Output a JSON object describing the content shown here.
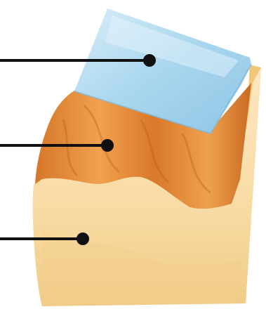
{
  "diagram": {
    "layers": [
      {
        "id": "top",
        "color": "#b3d9ee"
      },
      {
        "id": "middle",
        "color": "#e08a3a"
      },
      {
        "id": "bottom",
        "color": "#f8dca6"
      }
    ],
    "pointers": [
      {
        "target": "top"
      },
      {
        "target": "middle"
      },
      {
        "target": "bottom"
      }
    ]
  }
}
